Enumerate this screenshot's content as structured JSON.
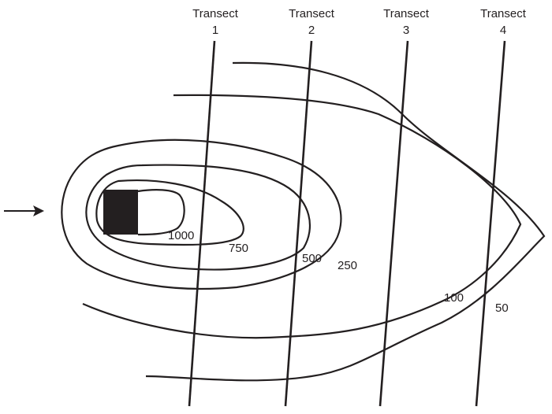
{
  "transects": [
    {
      "label": "Transect",
      "number": "1"
    },
    {
      "label": "Transect",
      "number": "2"
    },
    {
      "label": "Transect",
      "number": "3"
    },
    {
      "label": "Transect",
      "number": "4"
    }
  ],
  "contour_labels": [
    "1000",
    "750",
    "500",
    "250",
    "100",
    "50"
  ],
  "colors": {
    "ink": "#231f20",
    "source": "#231f20"
  }
}
